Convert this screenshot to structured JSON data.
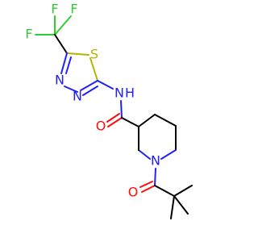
{
  "molecule": {
    "atoms": {
      "F1": {
        "symbol": "F",
        "color": "#33cc33"
      },
      "F2": {
        "symbol": "F",
        "color": "#33cc33"
      },
      "F3": {
        "symbol": "F",
        "color": "#33cc33"
      },
      "S": {
        "symbol": "S",
        "color": "#b3b300"
      },
      "N_left": {
        "symbol": "N",
        "color": "#2020ff"
      },
      "N_low": {
        "symbol": "N",
        "color": "#2020ff"
      },
      "N_amide": {
        "symbol": "N",
        "color": "#2020ff"
      },
      "H_amide": {
        "symbol": "H",
        "color": "#2020ff"
      },
      "O_amide": {
        "symbol": "O",
        "color": "#ff0d0d"
      },
      "N_ring": {
        "symbol": "N",
        "color": "#2020ff"
      },
      "O_acyl": {
        "symbol": "O",
        "color": "#ff0d0d"
      }
    }
  }
}
